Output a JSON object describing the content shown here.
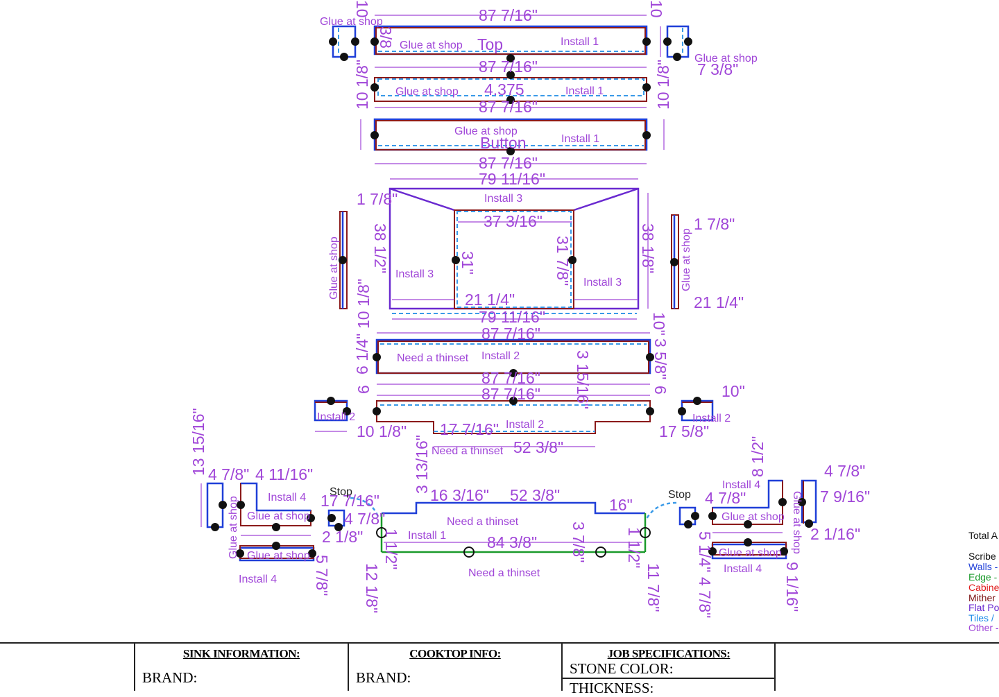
{
  "drawing": {
    "dims": [
      "87 7/16\"",
      "10",
      "10",
      "3/8",
      "7 3/8\"",
      "87 7/16\"",
      "10 1/8\"",
      "10 1/8\"",
      "4.375",
      "87 7/16\"",
      "87 7/16\"",
      "79 11/16\"",
      "1 7/8\"",
      "1 7/8\"",
      "37 3/16\"",
      "38 1/2\"",
      "31\"",
      "31 7/8\"",
      "38 1/8\"",
      "21 1/4\"",
      "21 1/4\"",
      "10 1/8\"",
      "10\"",
      "79 11/16\"",
      "87 7/16\"",
      "6 1/4\"",
      "3 5/8\"",
      "87 7/16\"",
      "87 7/16\"",
      "6",
      "6",
      "10\"",
      "13 15/16\"",
      "10 1/8\"",
      "17 7/16\"",
      "17 5/8\"",
      "52 3/8\"",
      "3 13/16\"",
      "4 7/8\"",
      "4 11/16\"",
      "17 7/16\"",
      "16 3/16\"",
      "52 3/8\"",
      "16\"",
      "4 7/8\"",
      "2 1/8\"",
      "84 3/8\"",
      "3 7/8\"",
      "12 1/8\"",
      "11 7/8\"",
      "8 1/2\"",
      "4 7/8\"",
      "4 7/8\"",
      "7 9/16\"",
      "2 1/16\"",
      "5 1/4\"",
      "4 7/8\"",
      "9 1/16\"",
      "5 7/8\"",
      "1 1/2\"",
      "1 1/2\"",
      "3 15/16\""
    ],
    "labels": [
      "Glue at shop",
      "Glue at shop",
      "Top",
      "Install 1",
      "Glue at shop",
      "Glue at shop",
      "Install 1",
      "Glue at shop",
      "Button",
      "Install 1",
      "Install 3",
      "Install 3",
      "Install 3",
      "Glue at shop",
      "Glue at shop",
      "Need a thinset",
      "Install 2",
      "Install 2",
      "Install 2",
      "Install 2",
      "Need a thinset",
      "Install 4",
      "Glue at shop",
      "Glue at shop",
      "Glue at shop",
      "Install 4",
      "Need a thinset",
      "Install 1",
      "Need a thinset",
      "Install 4",
      "Glue at shop",
      "Glue at shop",
      "Install 4",
      "Glue at shop"
    ],
    "stops": [
      "Stop",
      "Stop"
    ]
  },
  "legend": {
    "title": "Total A",
    "items": [
      {
        "label": "Scribe",
        "color": "#111111"
      },
      {
        "label": "Walls -",
        "color": "#1f3fd8"
      },
      {
        "label": "Edge -",
        "color": "#1a9a2a"
      },
      {
        "label": "Cabine",
        "color": "#e01a1a"
      },
      {
        "label": "Mither",
        "color": "#7a1010"
      },
      {
        "label": "Flat Po",
        "color": "#6a2ad0"
      },
      {
        "label": "Tiles /",
        "color": "#1a8ae8"
      },
      {
        "label": "Other -",
        "color": "#a046d8"
      }
    ]
  },
  "info_table": {
    "sink_header": "SINK INFORMATION:",
    "sink_brand": "BRAND:",
    "cooktop_header": "COOKTOP INFO:",
    "cooktop_brand": "BRAND:",
    "job_header": "JOB SPECIFICATIONS:",
    "stone_color": "STONE COLOR:",
    "thickness": "THICKNESS:"
  }
}
